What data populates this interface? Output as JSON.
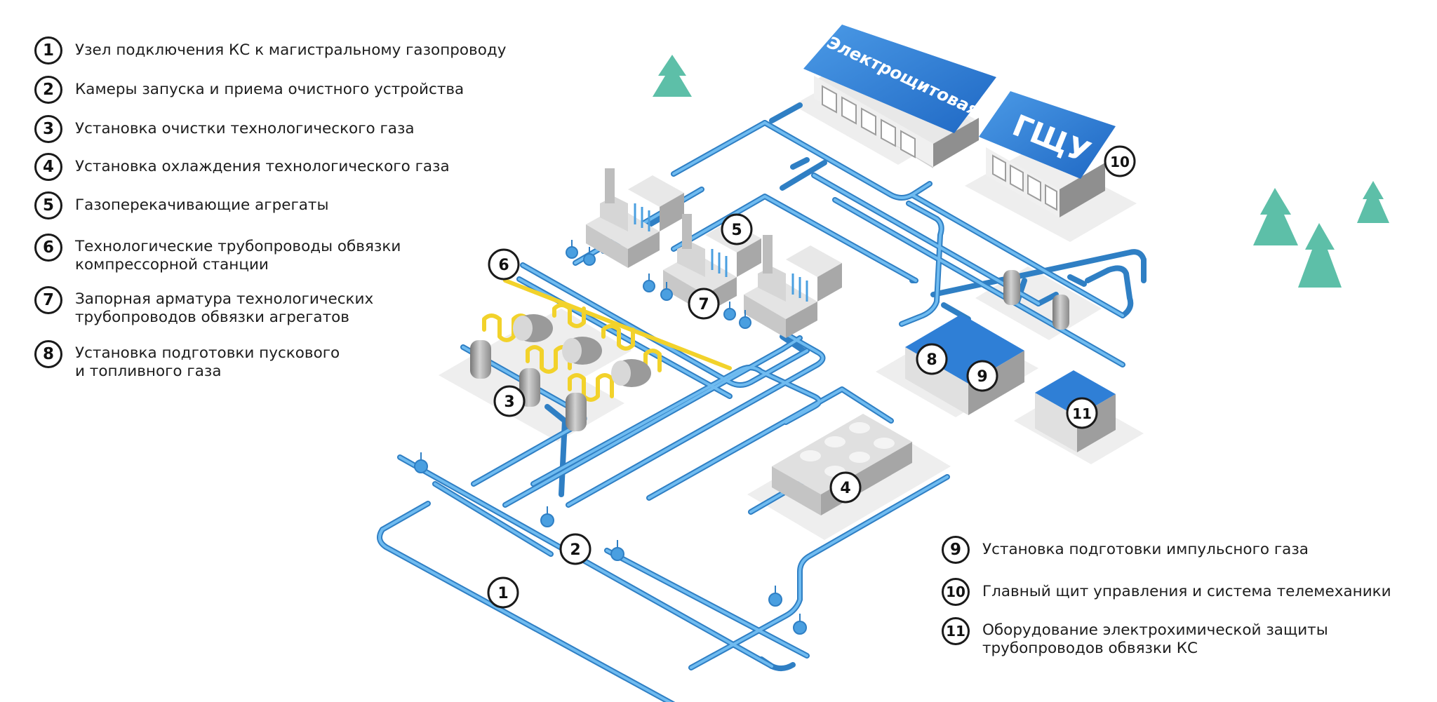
{
  "legend_left": [
    {
      "num": "1",
      "text": "Узел подключения КС к магистральному газопроводу"
    },
    {
      "num": "2",
      "text": "Камеры запуска и приема очистного устройства"
    },
    {
      "num": "3",
      "text": "Установка очистки технологического газа"
    },
    {
      "num": "4",
      "text": "Установка охлаждения технологического газа"
    },
    {
      "num": "5",
      "text": "Газоперекачивающие агрегаты"
    },
    {
      "num": "6",
      "text": "Технологические трубопроводы обвязки\nкомпрессорной станции"
    },
    {
      "num": "7",
      "text": "Запорная арматура технологических\nтрубопроводов обвязки агрегатов"
    },
    {
      "num": "8",
      "text": "Установка подготовки пускового\nи топливного газа"
    }
  ],
  "legend_right": [
    {
      "num": "9",
      "text": "Установка подготовки импульсного газа"
    },
    {
      "num": "10",
      "text": "Главный щит управления и система телемеханики"
    },
    {
      "num": "11",
      "text": "Оборудование электрохимической защиты\nтрубопроводов обвязки КС"
    }
  ],
  "buildings": {
    "switchboard_title": "Электрощитовая",
    "gshu_title": "ГЩУ"
  },
  "scheme_markers": [
    "1",
    "2",
    "3",
    "4",
    "5",
    "6",
    "7",
    "8",
    "9",
    "10",
    "11"
  ],
  "colors": {
    "pipe": "#4a9fe0",
    "pipe_edge": "#2f7fc4",
    "gas_line": "#f2d22b",
    "roof": "#2f7fd6",
    "wall_light": "#e6e6e6",
    "wall_dark": "#9e9e9e",
    "tree": "#5dbfa8",
    "platform": "#ececec"
  }
}
